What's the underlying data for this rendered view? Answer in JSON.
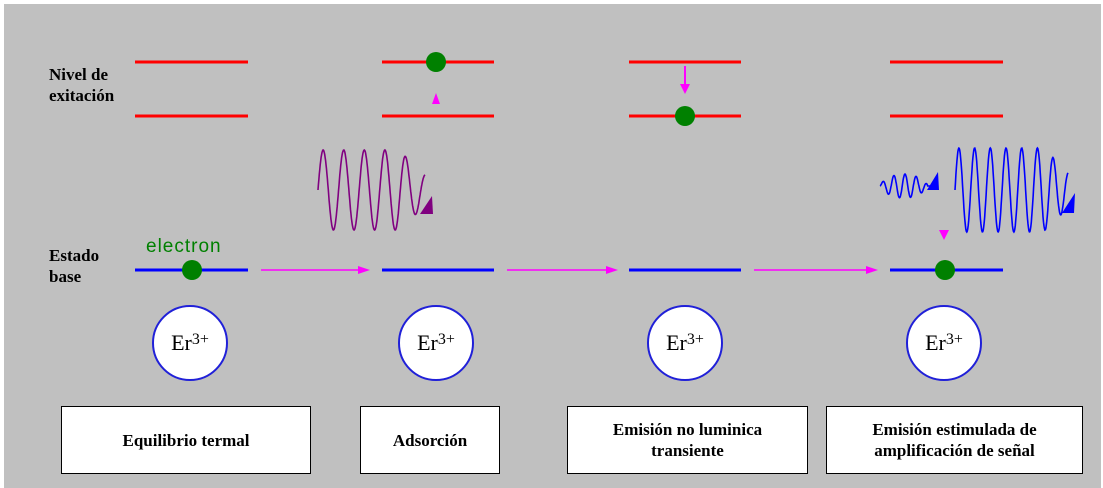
{
  "labels": {
    "excited_level": [
      "Nivel de",
      "exitación"
    ],
    "ground_state": [
      "Estado",
      "base"
    ],
    "electron": "electron"
  },
  "ion": {
    "symbol": "Er",
    "charge": "3+"
  },
  "stages": [
    {
      "title_lines": [
        "Equilibrio termal"
      ]
    },
    {
      "title_lines": [
        "Adsorción"
      ]
    },
    {
      "title_lines": [
        "Emisión no luminica",
        "transiente"
      ]
    },
    {
      "title_lines": [
        "Emisión estimulada de",
        "amplificación de señal"
      ]
    }
  ],
  "colors": {
    "background": "#c0c0c0",
    "excited_line": "#ff0000",
    "ground_line": "#0000ff",
    "electron": "#008000",
    "transition_arrow": "#ff00ff",
    "absorbed_photon": "#800080",
    "emitted_photon": "#0000ff"
  }
}
